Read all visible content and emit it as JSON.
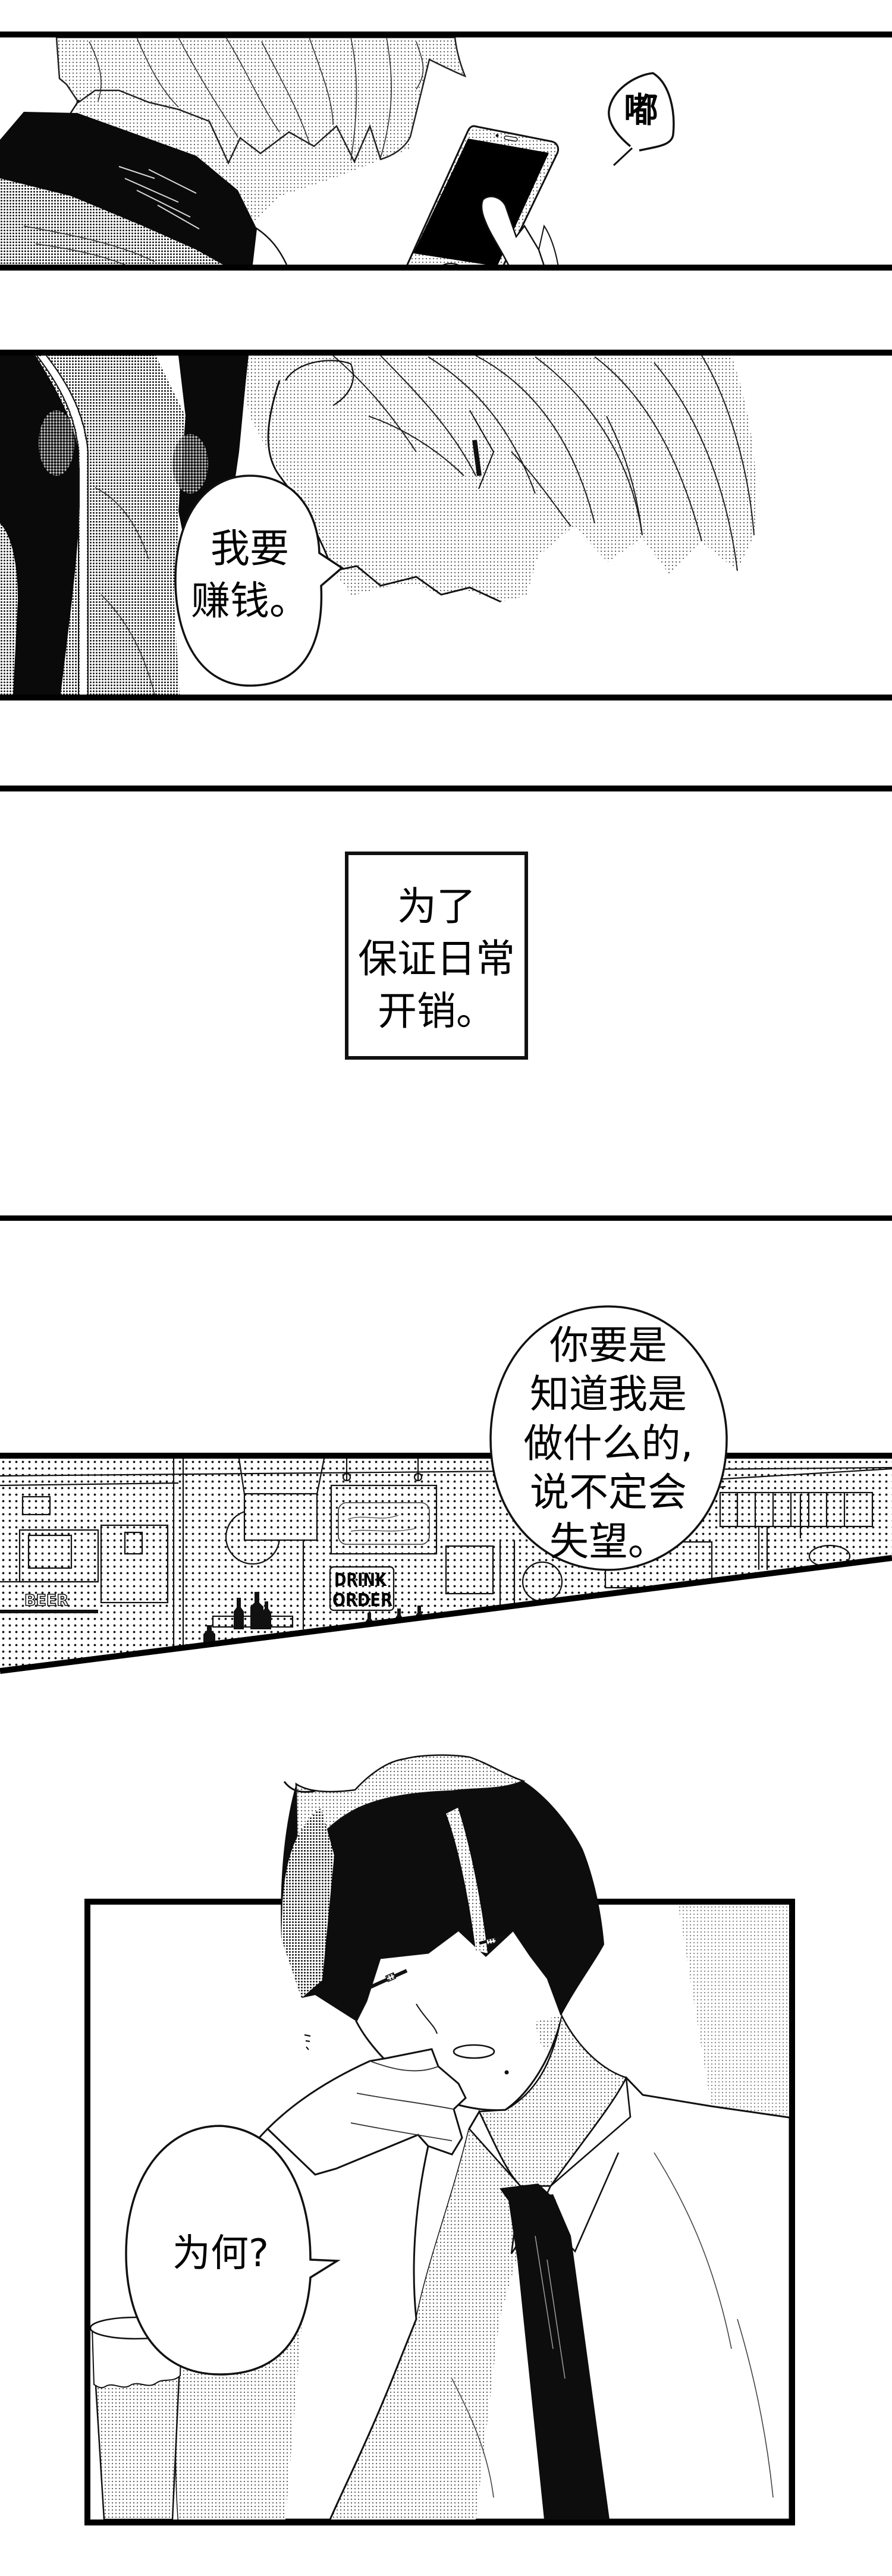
{
  "colors": {
    "ink": "#000000",
    "paper": "#ffffff",
    "screentone": "#555555"
  },
  "panels": {
    "p1": {
      "sfx_bubble": "嘟"
    },
    "p2": {
      "speech_bubble": [
        "我要",
        "赚钱。"
      ]
    },
    "p3": {
      "caption": [
        "为了",
        "保证日常",
        "开销。"
      ]
    },
    "p4": {
      "speech_bubble": [
        "你要是",
        "知道我是",
        "做什么的,",
        "说不定会",
        "失望。"
      ],
      "signs": {
        "beer": "BEER",
        "drink_order": [
          "DRINK",
          "ORDER"
        ]
      }
    },
    "p5": {
      "speech_bubble": [
        "为何?"
      ]
    }
  }
}
